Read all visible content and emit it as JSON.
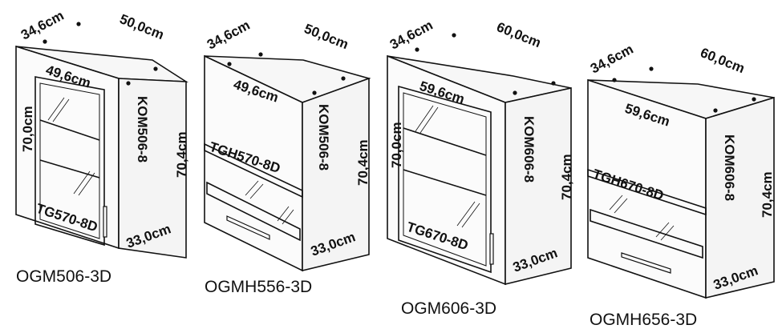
{
  "cabinets": [
    {
      "model": "OGM506-3D",
      "depth": "34,6cm",
      "width": "50,0cm",
      "inner_width": "49,6cm",
      "height": "70,0cm",
      "side_height": "70,4cm",
      "side_code": "KOM506-8",
      "front_code": "TG570-8D",
      "bottom_depth": "33,0cm"
    },
    {
      "model": "OGMH556-3D",
      "depth": "34,6cm",
      "width": "50,0cm",
      "inner_width": "49,6cm",
      "side_height": "70,4cm",
      "side_code": "KOM506-8",
      "front_code": "TGH570-8D",
      "bottom_depth": "33,0cm"
    },
    {
      "model": "OGM606-3D",
      "depth": "34,6cm",
      "width": "60,0cm",
      "inner_width": "59,6cm",
      "height": "70,0cm",
      "side_height": "70,4cm",
      "side_code": "KOM606-8",
      "front_code": "TG670-8D",
      "bottom_depth": "33,0cm"
    },
    {
      "model": "OGMH656-3D",
      "depth": "34,6cm",
      "width": "60,0cm",
      "inner_width": "59,6cm",
      "side_height": "70,4cm",
      "side_code": "KOM606-8",
      "front_code": "TGH670-8D",
      "bottom_depth": "33,0cm"
    }
  ]
}
